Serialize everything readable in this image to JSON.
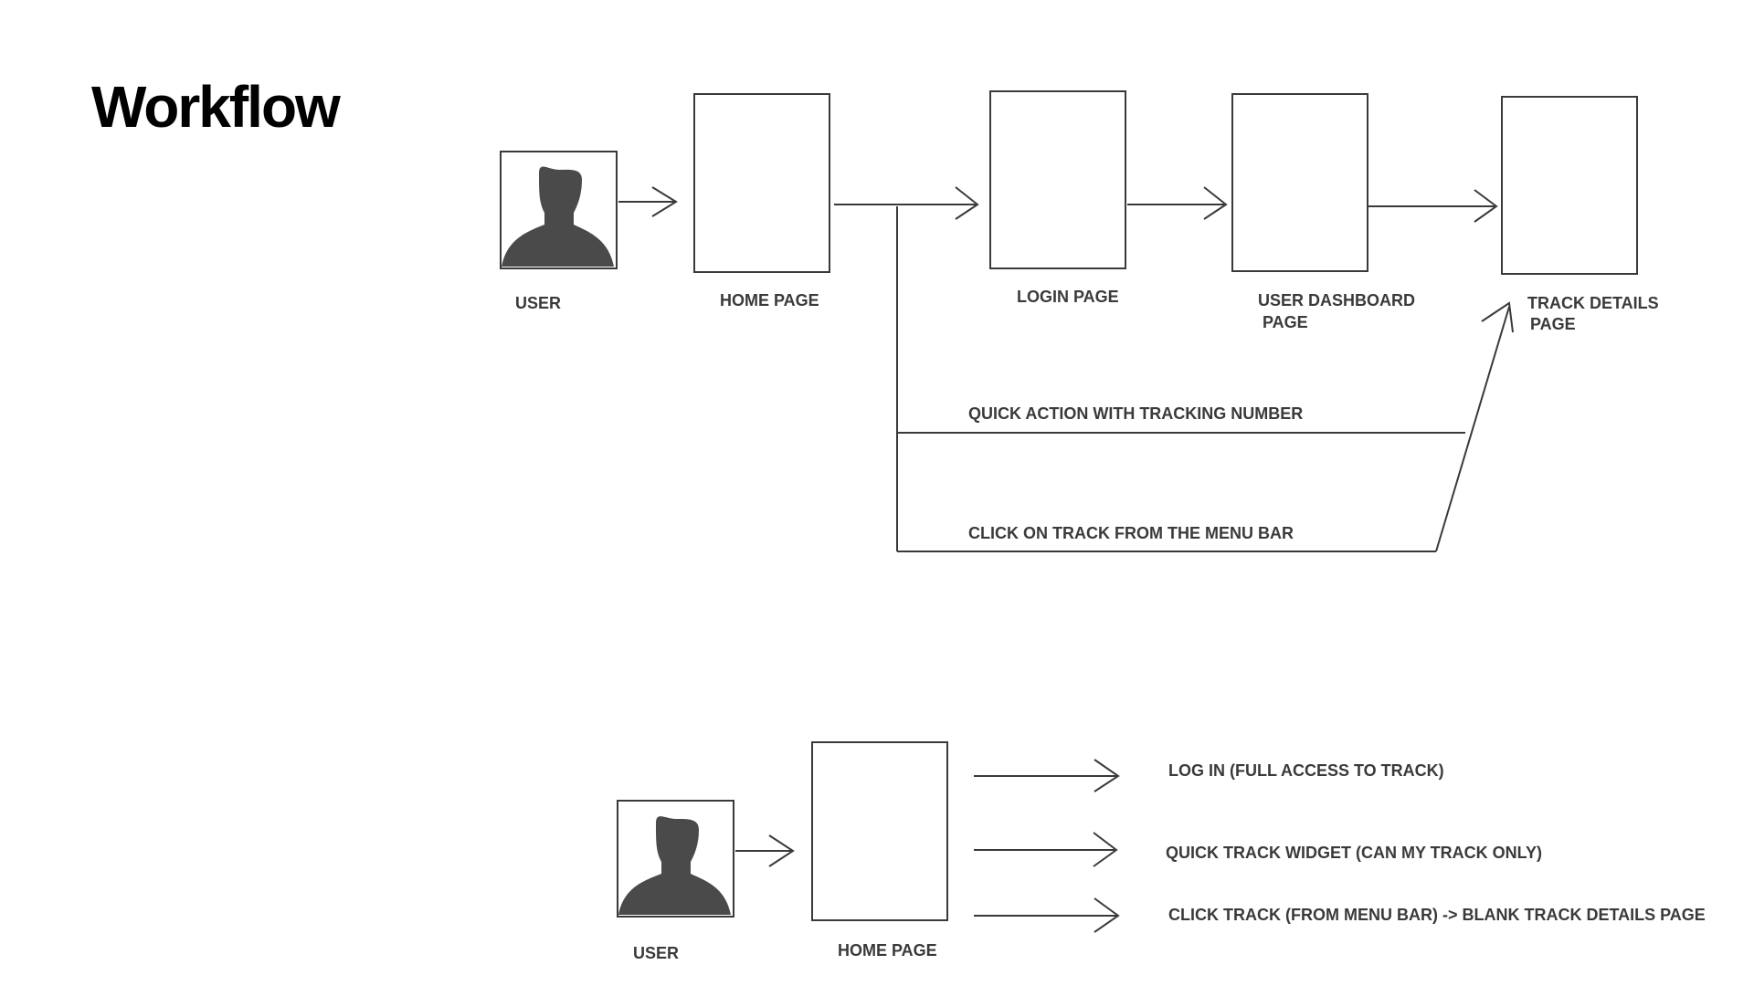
{
  "title": "Workflow",
  "flow1": {
    "user": "USER",
    "home": "HOME PAGE",
    "login": "LOGIN PAGE",
    "dashboard_l1": "USER DASHBOARD",
    "dashboard_l2": "PAGE",
    "track_l1": "TRACK DETAILS",
    "track_l2": "PAGE",
    "quick_action": "QUICK ACTION WITH TRACKING NUMBER",
    "click_track": "CLICK ON TRACK FROM THE MENU BAR"
  },
  "flow2": {
    "user": "USER",
    "home": "HOME PAGE",
    "option1": "LOG IN (FULL ACCESS TO TRACK)",
    "option2": "QUICK TRACK WIDGET (CAN MY TRACK ONLY)",
    "option3": "CLICK TRACK (FROM MENU BAR) ->  BLANK TRACK DETAILS PAGE"
  },
  "icons": {
    "avatar": "user-silhouette-icon"
  },
  "colors": {
    "ink": "#3a3a3a",
    "silhouette": "#4a4a4a",
    "title": "#000000"
  }
}
